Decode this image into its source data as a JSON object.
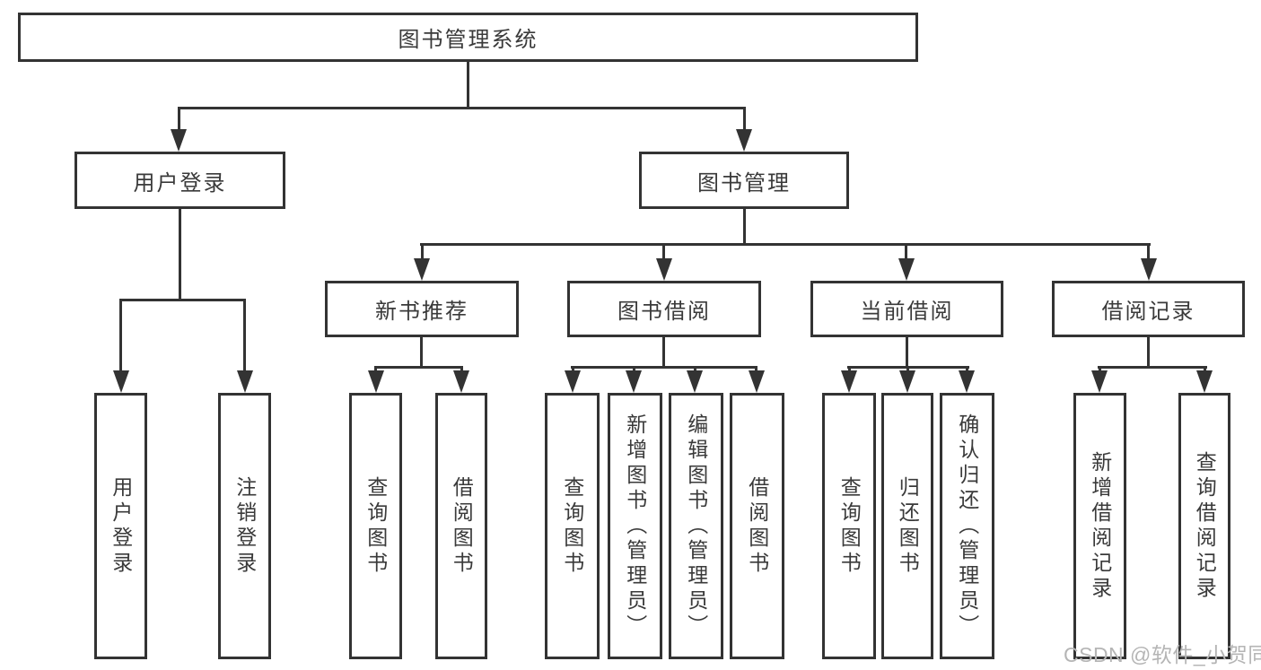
{
  "colors": {
    "background": "#ffffff",
    "line": "#333333",
    "box_border": "#333333",
    "box_fill": "#ffffff",
    "text": "#3a3a3a",
    "watermark": "#b5b5b5"
  },
  "watermark": {
    "text": "CSDN @软件_小贺同学"
  },
  "tree": {
    "root": {
      "label": "图书管理系统",
      "children": [
        {
          "label": "用户登录",
          "children": [
            {
              "label": "用户登录"
            },
            {
              "label": "注销登录"
            }
          ]
        },
        {
          "label": "图书管理",
          "children": [
            {
              "label": "新书推荐",
              "children": [
                {
                  "label": "查询图书"
                },
                {
                  "label": "借阅图书"
                }
              ]
            },
            {
              "label": "图书借阅",
              "children": [
                {
                  "label": "查询图书"
                },
                {
                  "label": "新增图书（管理员）"
                },
                {
                  "label": "编辑图书（管理员）"
                },
                {
                  "label": "借阅图书"
                }
              ]
            },
            {
              "label": "当前借阅",
              "children": [
                {
                  "label": "查询图书"
                },
                {
                  "label": "归还图书"
                },
                {
                  "label": "确认归还（管理员）"
                }
              ]
            },
            {
              "label": "借阅记录",
              "children": [
                {
                  "label": "新增借阅记录"
                },
                {
                  "label": "查询借阅记录"
                }
              ]
            }
          ]
        }
      ]
    }
  }
}
